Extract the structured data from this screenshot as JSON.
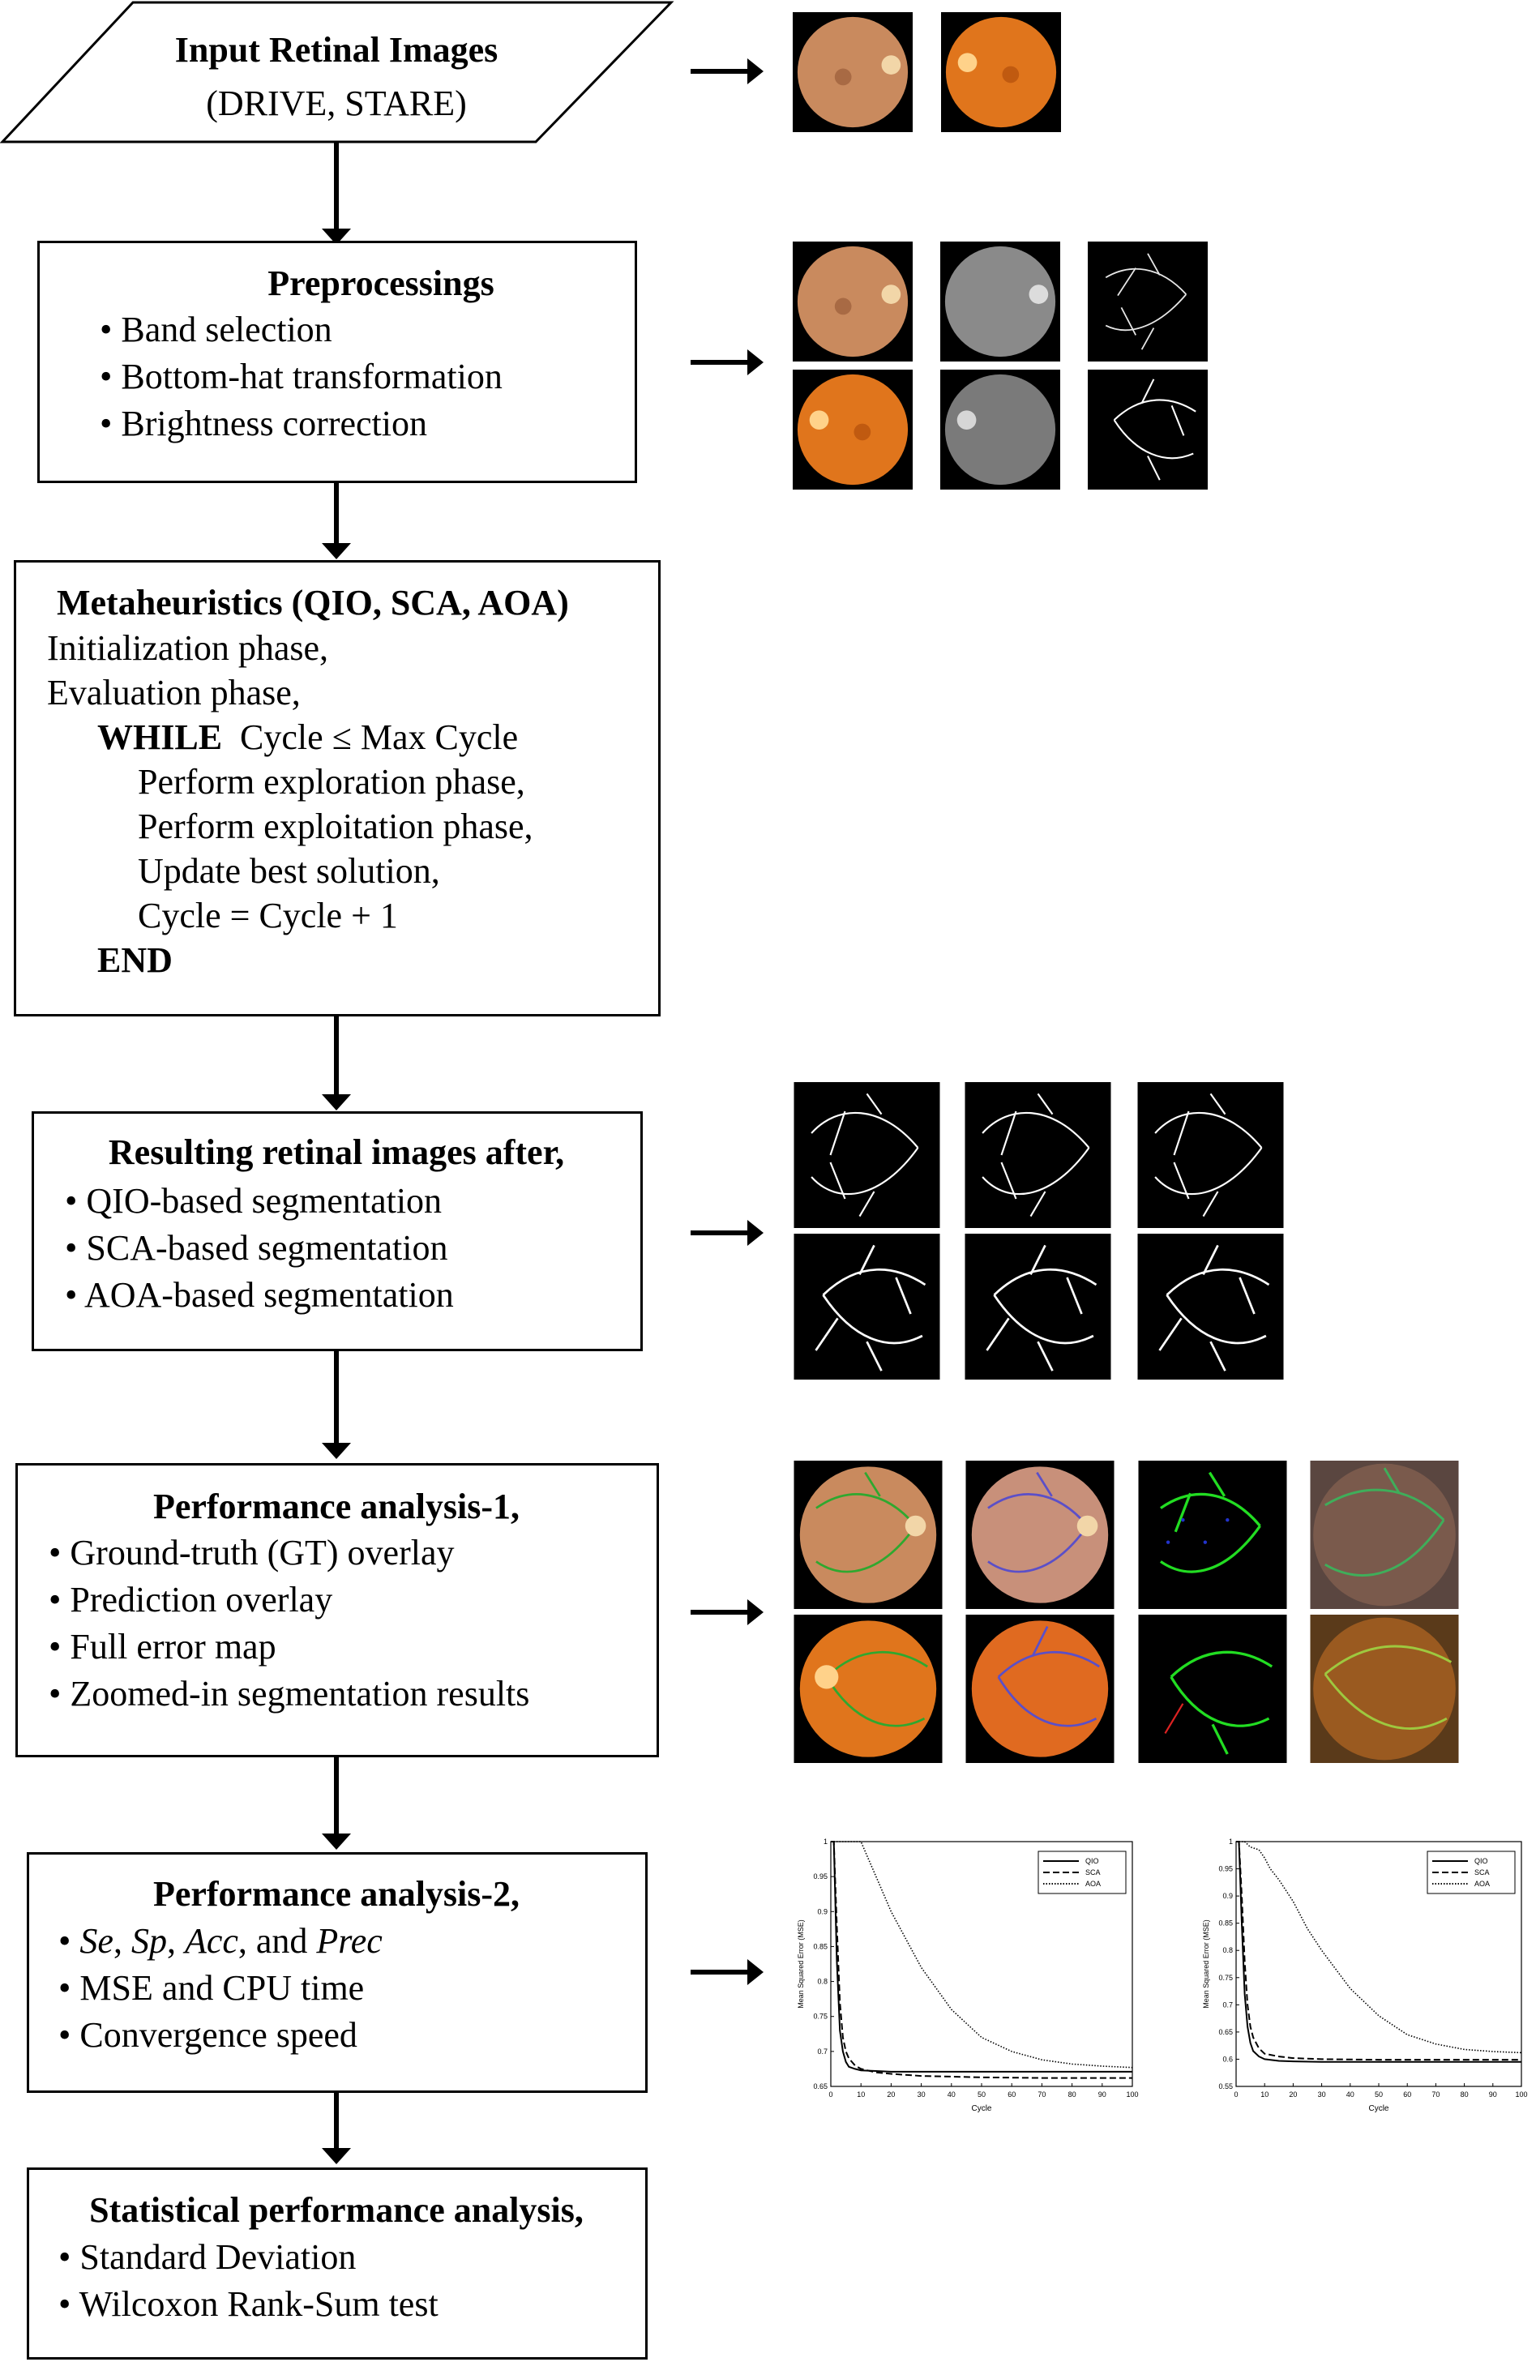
{
  "input": {
    "title": "Input Retinal Images",
    "subtitle": "(DRIVE, STARE)"
  },
  "preprocessing": {
    "title": "Preprocessings",
    "items": [
      "Band selection",
      "Bottom-hat transformation",
      "Brightness correction"
    ]
  },
  "metaheuristics": {
    "title": "Metaheuristics (QIO, SCA, AOA)",
    "lines": [
      "Initialization phase,",
      "Evaluation phase,"
    ],
    "while_kw": "WHILE",
    "while_cond": "Cycle ≤ Max Cycle",
    "loop_body": [
      "Perform exploration phase,",
      "Perform exploitation phase,",
      "Update best solution,",
      "Cycle = Cycle + 1"
    ],
    "end_kw": "END"
  },
  "results": {
    "title": "Resulting retinal images after,",
    "items": [
      "QIO-based segmentation",
      "SCA-based segmentation",
      "AOA-based segmentation"
    ]
  },
  "perf1": {
    "title": "Performance analysis-1,",
    "items": [
      "Ground-truth (GT) overlay",
      "Prediction overlay",
      "Full error map",
      "Zoomed-in segmentation results"
    ]
  },
  "perf2": {
    "title": "Performance analysis-2,",
    "item1": {
      "se": "Se",
      "sep1": ", ",
      "sp": "Sp",
      "sep2": ", ",
      "acc": "Acc",
      "sep3": ", and ",
      "prec": "Prec"
    },
    "items": [
      "MSE and CPU time",
      "Convergence speed"
    ]
  },
  "stats": {
    "title": "Statistical performance analysis,",
    "items": [
      "Standard Deviation",
      "Wilcoxon Rank-Sum test"
    ]
  },
  "colors": {
    "fundus_drive": "#c98a5e",
    "fundus_stare": "#e0751c",
    "vessel": "#ffffff",
    "gt_overlay": "#2fa82f",
    "pred_overlay": "#5b4fc8"
  },
  "chart_data": [
    {
      "type": "line",
      "xlabel": "Cycle",
      "ylabel": "Mean Squared Error (MSE)",
      "xlim": [
        0,
        100
      ],
      "ylim": [
        0.65,
        1.0
      ],
      "xticks": [
        0,
        10,
        20,
        30,
        40,
        50,
        60,
        70,
        80,
        90,
        100
      ],
      "yticks": [
        0.65,
        0.7,
        0.75,
        0.8,
        0.85,
        0.9,
        0.95,
        1
      ],
      "legend_position": "top-right",
      "series": [
        {
          "name": "QIO",
          "style": "solid",
          "x": [
            0,
            1,
            2,
            3,
            4,
            5,
            6,
            8,
            10,
            15,
            20,
            30,
            50,
            70,
            100
          ],
          "y": [
            1.0,
            1.0,
            0.83,
            0.73,
            0.7,
            0.685,
            0.678,
            0.675,
            0.673,
            0.672,
            0.671,
            0.671,
            0.671,
            0.671,
            0.671
          ]
        },
        {
          "name": "SCA",
          "style": "dashed",
          "x": [
            0,
            1,
            2,
            3,
            4,
            5,
            6,
            8,
            10,
            15,
            20,
            30,
            50,
            70,
            100
          ],
          "y": [
            1.0,
            1.0,
            0.88,
            0.77,
            0.72,
            0.7,
            0.69,
            0.68,
            0.675,
            0.67,
            0.668,
            0.665,
            0.663,
            0.662,
            0.662
          ]
        },
        {
          "name": "AOA",
          "style": "dotted",
          "x": [
            0,
            2,
            5,
            8,
            10,
            12,
            15,
            20,
            25,
            30,
            40,
            50,
            60,
            70,
            80,
            90,
            100
          ],
          "y": [
            1.0,
            1.0,
            1.0,
            1.0,
            1.0,
            0.98,
            0.95,
            0.9,
            0.86,
            0.82,
            0.76,
            0.72,
            0.7,
            0.688,
            0.682,
            0.679,
            0.677
          ]
        }
      ]
    },
    {
      "type": "line",
      "xlabel": "Cycle",
      "ylabel": "Mean Squared Error (MSE)",
      "xlim": [
        0,
        100
      ],
      "ylim": [
        0.55,
        1.0
      ],
      "xticks": [
        0,
        10,
        20,
        30,
        40,
        50,
        60,
        70,
        80,
        90,
        100
      ],
      "yticks": [
        0.55,
        0.6,
        0.65,
        0.7,
        0.75,
        0.8,
        0.85,
        0.9,
        0.95,
        1
      ],
      "legend_position": "top-right",
      "series": [
        {
          "name": "QIO",
          "style": "solid",
          "x": [
            0,
            1,
            2,
            3,
            4,
            5,
            6,
            8,
            10,
            15,
            20,
            30,
            50,
            70,
            100
          ],
          "y": [
            1.0,
            1.0,
            0.85,
            0.72,
            0.66,
            0.63,
            0.615,
            0.605,
            0.6,
            0.597,
            0.596,
            0.595,
            0.595,
            0.595,
            0.595
          ]
        },
        {
          "name": "SCA",
          "style": "dashed",
          "x": [
            0,
            1,
            2,
            3,
            4,
            5,
            6,
            8,
            10,
            15,
            20,
            30,
            50,
            70,
            100
          ],
          "y": [
            1.0,
            1.0,
            0.9,
            0.78,
            0.7,
            0.66,
            0.64,
            0.62,
            0.61,
            0.605,
            0.602,
            0.6,
            0.599,
            0.599,
            0.599
          ]
        },
        {
          "name": "AOA",
          "style": "dotted",
          "x": [
            0,
            3,
            5,
            8,
            10,
            12,
            15,
            20,
            25,
            30,
            40,
            50,
            60,
            70,
            80,
            90,
            100
          ],
          "y": [
            1.0,
            1.0,
            0.99,
            0.985,
            0.97,
            0.95,
            0.93,
            0.89,
            0.84,
            0.8,
            0.73,
            0.68,
            0.645,
            0.628,
            0.618,
            0.614,
            0.612
          ]
        }
      ]
    }
  ]
}
